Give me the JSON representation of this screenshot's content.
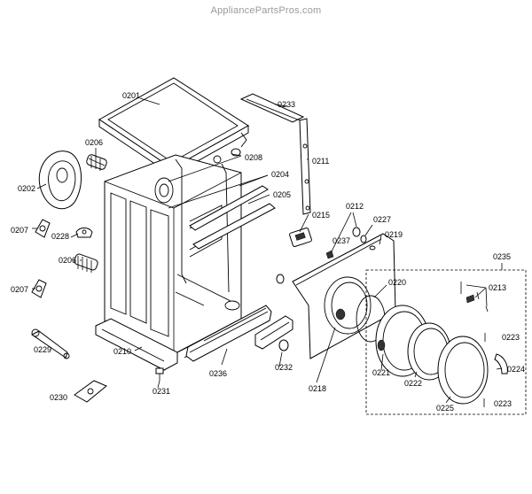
{
  "watermark": "AppliancePartsPros.com",
  "labels": {
    "p0201": "0201",
    "p0202": "0202",
    "p0204": "0204",
    "p0205": "0205",
    "p0206a": "0206",
    "p0206b": "0206",
    "p0207a": "0207",
    "p0207b": "0207",
    "p0208": "0208",
    "p0210": "0210",
    "p0211": "0211",
    "p0212": "0212",
    "p0213": "0213",
    "p0215": "0215",
    "p0218": "0218",
    "p0219": "0219",
    "p0220": "0220",
    "p0221": "0221",
    "p0222": "0222",
    "p0223a": "0223",
    "p0223b": "0223",
    "p0224": "0224",
    "p0225": "0225",
    "p0227": "0227",
    "p0228": "0228",
    "p0229": "0229",
    "p0230": "0230",
    "p0231": "0231",
    "p0232": "0232",
    "p0233": "0233",
    "p0235": "0235",
    "p0236": "0236",
    "p0237": "0237"
  }
}
